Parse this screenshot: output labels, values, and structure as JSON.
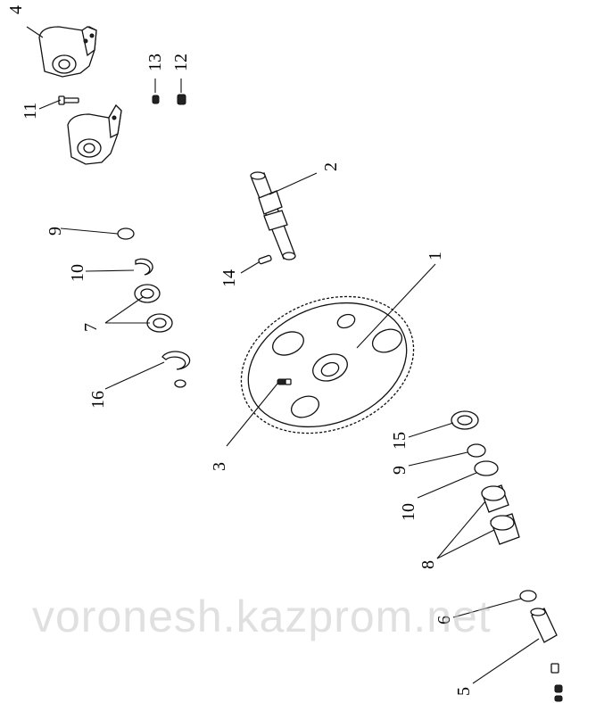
{
  "diagram": {
    "callouts": {
      "c1": "1",
      "c2": "2",
      "c3": "3",
      "c4": "4",
      "c5": "5",
      "c6": "6",
      "c7": "7",
      "c8": "8",
      "c9a": "9",
      "c9b": "9",
      "c10a": "10",
      "c10b": "10",
      "c11": "11",
      "c12": "12",
      "c13": "13",
      "c14": "14",
      "c15": "15",
      "c16": "16"
    },
    "watermark": "voronesh.kazprom.net"
  }
}
